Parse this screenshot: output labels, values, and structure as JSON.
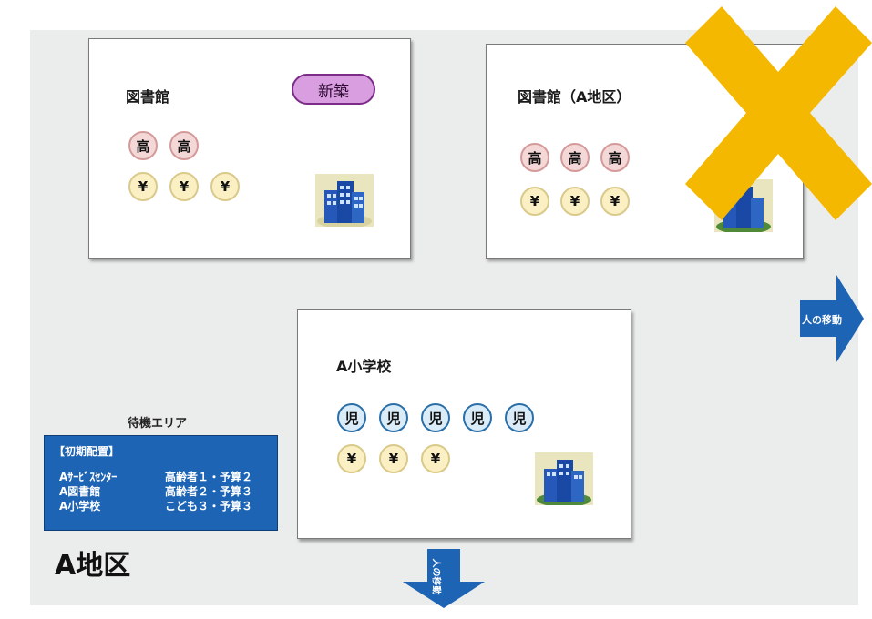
{
  "cards": {
    "library_left": {
      "title": "図書館",
      "badge": "新築",
      "elder_coins": [
        "高",
        "高"
      ],
      "yen_coins": [
        "¥",
        "¥",
        "¥"
      ]
    },
    "library_a": {
      "title": "図書館（A地区）",
      "elder_coins": [
        "高",
        "高",
        "高"
      ],
      "yen_coins": [
        "¥",
        "¥",
        "¥"
      ]
    },
    "school_a": {
      "title": "A小学校",
      "child_coins": [
        "児",
        "児",
        "児",
        "児",
        "児"
      ],
      "yen_coins": [
        "¥",
        "¥",
        "¥"
      ]
    }
  },
  "waiting_area": {
    "label": "待機エリア",
    "heading": "【初期配置】",
    "rows": [
      {
        "facility": "Aｻｰﾋﾞｽｾﾝﾀｰ",
        "allocation": "高齢者１・予算２"
      },
      {
        "facility": "A図書館",
        "allocation": "高齢者２・予算３"
      },
      {
        "facility": "A小学校",
        "allocation": "こども３・予算３"
      }
    ]
  },
  "district_label": "A地区",
  "arrows": {
    "right": "人の移動",
    "down": "人の移動"
  },
  "colors": {
    "panel": "#ebedec",
    "blue": "#1d64b5",
    "cross": "#f5b800",
    "badge": "#d99ee0"
  },
  "icons": {
    "building": "building-icon",
    "cross": "cross-mark-icon"
  }
}
